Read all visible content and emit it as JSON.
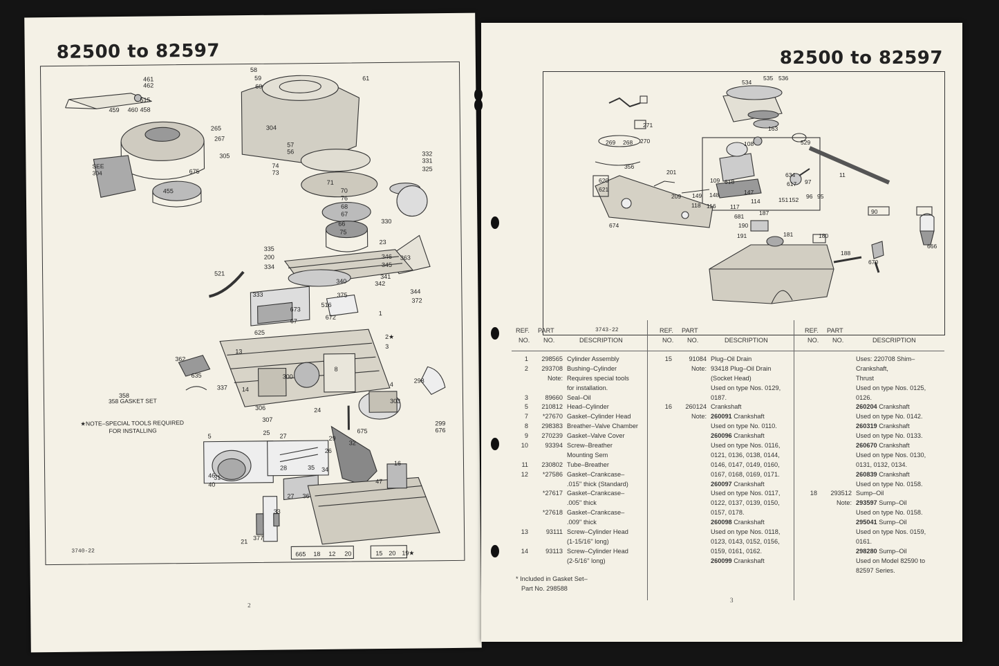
{
  "left_page": {
    "model_range": "82500 to 82597",
    "figure_id": "3740-22",
    "page_number": "2",
    "gasket_set_label": "358 GASKET SET",
    "note_line1": "★NOTE–SPECIAL TOOLS REQUIRED",
    "note_line2": "FOR INSTALLING",
    "see_label": "SEE",
    "see_ref": "304",
    "callouts": [
      "461",
      "462",
      "515",
      "458",
      "459",
      "460",
      "58",
      "59",
      "60",
      "61",
      "265",
      "267",
      "305",
      "304",
      "57",
      "56",
      "332",
      "331",
      "325",
      "74",
      "73",
      "675",
      "455",
      "71",
      "70",
      "76",
      "68",
      "67",
      "66",
      "75",
      "330",
      "23",
      "335",
      "200",
      "334",
      "521",
      "346",
      "345",
      "363",
      "340",
      "341",
      "342",
      "333",
      "375",
      "344",
      "372",
      "516",
      "673",
      "67",
      "672",
      "1",
      "625",
      "2★",
      "3",
      "13",
      "362",
      "635",
      "337",
      "14",
      "358",
      "306",
      "307",
      "24",
      "8",
      "4",
      "298",
      "303",
      "299",
      "676",
      "675",
      "300",
      "5",
      "25",
      "27",
      "29",
      "31",
      "26",
      "32",
      "16",
      "47",
      "46",
      "28",
      "35",
      "34",
      "40",
      "27",
      "36",
      "33",
      "377",
      "21",
      "665",
      "18",
      "12",
      "20",
      "15",
      "20",
      "19★"
    ]
  },
  "right_page": {
    "model_range": "82500 to 82597",
    "figure_id": "3743-22",
    "page_number": "3",
    "callouts": [
      "534",
      "535",
      "536",
      "163",
      "271",
      "269",
      "268",
      "270",
      "108",
      "529",
      "356",
      "201",
      "109",
      "618",
      "634",
      "617",
      "97",
      "620",
      "621",
      "209",
      "149",
      "148",
      "116",
      "118",
      "147",
      "114",
      "117",
      "151",
      "152",
      "96",
      "95",
      "187",
      "681",
      "90",
      "674",
      "190",
      "191",
      "181",
      "180",
      "666",
      "188",
      "670",
      "11"
    ],
    "table": {
      "headers": {
        "ref": "REF.",
        "no": "NO.",
        "part": "PART",
        "part_no": "NO.",
        "description": "DESCRIPTION"
      },
      "col1": [
        {
          "ref": "1",
          "part": "298565",
          "desc": "Cylinder Assembly"
        },
        {
          "ref": "2",
          "part": "293708",
          "desc": "Bushing–Cylinder"
        },
        {
          "ref": "",
          "part": "Note:",
          "desc": "Requires special tools"
        },
        {
          "ref": "",
          "part": "",
          "desc": "for installation."
        },
        {
          "ref": "3",
          "part": "89660",
          "desc": "Seal–Oil"
        },
        {
          "ref": "5",
          "part": "210812",
          "desc": "Head–Cylinder"
        },
        {
          "ref": "7",
          "part": "*27670",
          "desc": "Gasket–Cylinder Head"
        },
        {
          "ref": "8",
          "part": "298383",
          "desc": "Breather–Valve Chamber"
        },
        {
          "ref": "9",
          "part": "270239",
          "desc": "Gasket–Valve Cover"
        },
        {
          "ref": "10",
          "part": "93394",
          "desc": "Screw–Breather"
        },
        {
          "ref": "",
          "part": "",
          "desc": "Mounting Sem"
        },
        {
          "ref": "11",
          "part": "230802",
          "desc": "Tube–Breather"
        },
        {
          "ref": "12",
          "part": "*27586",
          "desc": "Gasket–Crankcase–"
        },
        {
          "ref": "",
          "part": "",
          "desc": ".015'' thick (Standard)"
        },
        {
          "ref": "",
          "part": "*27617",
          "desc": "Gasket–Crankcase–"
        },
        {
          "ref": "",
          "part": "",
          "desc": ".005'' thick"
        },
        {
          "ref": "",
          "part": "*27618",
          "desc": "Gasket–Crankcase–"
        },
        {
          "ref": "",
          "part": "",
          "desc": ".009'' thick"
        },
        {
          "ref": "13",
          "part": "93111",
          "desc": "Screw–Cylinder Head"
        },
        {
          "ref": "",
          "part": "",
          "desc": "(1-15/16'' long)"
        },
        {
          "ref": "14",
          "part": "93113",
          "desc": "Screw–Cylinder Head"
        },
        {
          "ref": "",
          "part": "",
          "desc": "(2-5/16'' long)"
        }
      ],
      "col1_footnote_1": "* Included in Gasket Set–",
      "col1_footnote_2": "Part No. 298588",
      "col2": [
        {
          "ref": "15",
          "part": "91084",
          "desc": "Plug–Oil Drain",
          "b": false
        },
        {
          "ref": "",
          "part": "Note:",
          "desc": "93418 Plug–Oil Drain",
          "b": false
        },
        {
          "ref": "",
          "part": "",
          "desc": "(Socket Head)",
          "b": false
        },
        {
          "ref": "",
          "part": "",
          "desc": "Used on type Nos. 0129,",
          "b": false
        },
        {
          "ref": "",
          "part": "",
          "desc": "0187.",
          "b": false
        },
        {
          "ref": "16",
          "part": "260124",
          "desc": "Crankshaft",
          "b": false
        },
        {
          "ref": "",
          "part": "Note:",
          "desc": "260091 Crankshaft",
          "b": true
        },
        {
          "ref": "",
          "part": "",
          "desc": "Used on type No. 0110.",
          "b": false
        },
        {
          "ref": "",
          "part": "",
          "desc": "260096 Crankshaft",
          "b": true
        },
        {
          "ref": "",
          "part": "",
          "desc": "Used on type Nos. 0116,",
          "b": false
        },
        {
          "ref": "",
          "part": "",
          "desc": "0121, 0136, 0138, 0144,",
          "b": false
        },
        {
          "ref": "",
          "part": "",
          "desc": "0146, 0147, 0149, 0160,",
          "b": false
        },
        {
          "ref": "",
          "part": "",
          "desc": "0167, 0168, 0169, 0171.",
          "b": false
        },
        {
          "ref": "",
          "part": "",
          "desc": "260097 Crankshaft",
          "b": true
        },
        {
          "ref": "",
          "part": "",
          "desc": "Used on type Nos. 0117,",
          "b": false
        },
        {
          "ref": "",
          "part": "",
          "desc": "0122, 0137, 0139, 0150,",
          "b": false
        },
        {
          "ref": "",
          "part": "",
          "desc": "0157, 0178.",
          "b": false
        },
        {
          "ref": "",
          "part": "",
          "desc": "260098 Crankshaft",
          "b": true
        },
        {
          "ref": "",
          "part": "",
          "desc": "Used on type Nos. 0118,",
          "b": false
        },
        {
          "ref": "",
          "part": "",
          "desc": "0123, 0143, 0152, 0156,",
          "b": false
        },
        {
          "ref": "",
          "part": "",
          "desc": "0159, 0161, 0162.",
          "b": false
        },
        {
          "ref": "",
          "part": "",
          "desc": "260099 Crankshaft",
          "b": true
        }
      ],
      "col3": [
        {
          "ref": "",
          "part": "",
          "desc": "Uses: 220708 Shim–",
          "b": false
        },
        {
          "ref": "",
          "part": "",
          "desc": "Crankshaft,",
          "b": false
        },
        {
          "ref": "",
          "part": "",
          "desc": "Thrust",
          "b": false
        },
        {
          "ref": "",
          "part": "",
          "desc": "Used on type Nos. 0125,",
          "b": false
        },
        {
          "ref": "",
          "part": "",
          "desc": "0126.",
          "b": false
        },
        {
          "ref": "",
          "part": "",
          "desc": "260204 Crankshaft",
          "b": true
        },
        {
          "ref": "",
          "part": "",
          "desc": "Used on type No. 0142.",
          "b": false
        },
        {
          "ref": "",
          "part": "",
          "desc": "260319 Crankshaft",
          "b": true
        },
        {
          "ref": "",
          "part": "",
          "desc": "Used on type No. 0133.",
          "b": false
        },
        {
          "ref": "",
          "part": "",
          "desc": "260670 Crankshaft",
          "b": true
        },
        {
          "ref": "",
          "part": "",
          "desc": "Used on type Nos. 0130,",
          "b": false
        },
        {
          "ref": "",
          "part": "",
          "desc": "0131, 0132, 0134.",
          "b": false
        },
        {
          "ref": "",
          "part": "",
          "desc": "260839 Crankshaft",
          "b": true
        },
        {
          "ref": "",
          "part": "",
          "desc": "Used on type No. 0158.",
          "b": false
        },
        {
          "ref": "18",
          "part": "293512",
          "desc": "Sump–Oil",
          "b": false
        },
        {
          "ref": "",
          "part": "Note:",
          "desc": "293597 Sump–Oil",
          "b": true
        },
        {
          "ref": "",
          "part": "",
          "desc": "Used on type No. 0158.",
          "b": false
        },
        {
          "ref": "",
          "part": "",
          "desc": "295041 Sump–Oil",
          "b": true
        },
        {
          "ref": "",
          "part": "",
          "desc": "Used on type Nos. 0159,",
          "b": false
        },
        {
          "ref": "",
          "part": "",
          "desc": "0161.",
          "b": false
        },
        {
          "ref": "",
          "part": "",
          "desc": "298280 Sump–Oil",
          "b": true
        },
        {
          "ref": "",
          "part": "",
          "desc": "Used on Model 82590 to",
          "b": false
        },
        {
          "ref": "",
          "part": "",
          "desc": "82597 Series.",
          "b": false
        }
      ]
    }
  }
}
